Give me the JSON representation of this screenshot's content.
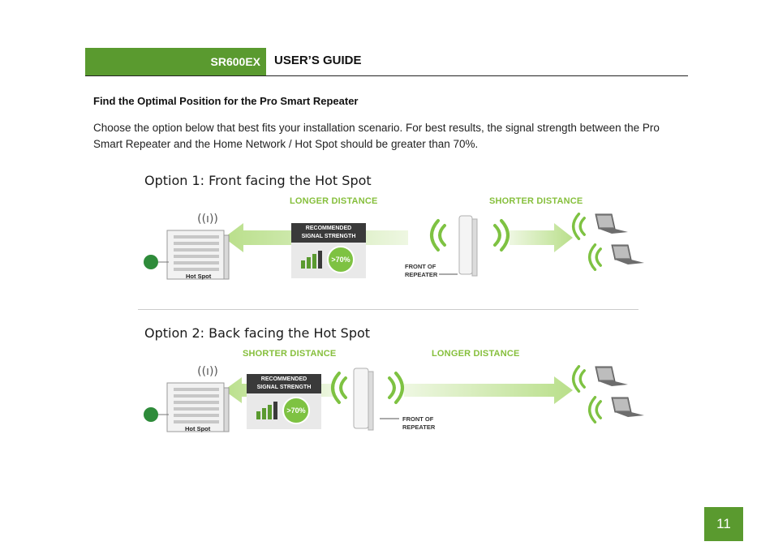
{
  "header": {
    "product": "SR600EX",
    "guide_title": "USER’S GUIDE"
  },
  "section_heading": "Find the Optimal Position for the Pro Smart Repeater",
  "intro_text": "Choose the option below that best fits your installation scenario. For best results, the signal strength between the Pro Smart Repeater and the Home Network / Hot Spot should be greater than 70%.",
  "diagram": {
    "option1": {
      "title": "Option 1: Front facing the Hot Spot",
      "left_distance": "LONGER DISTANCE",
      "right_distance": "SHORTER DISTANCE",
      "badge_line1": "RECOMMENDED",
      "badge_line2": "SIGNAL STRENGTH",
      "badge_value": ">70%",
      "front_label_1": "FRONT OF",
      "front_label_2": "REPEATER",
      "hotspot_label": "Hot Spot"
    },
    "option2": {
      "title": "Option 2: Back facing the Hot Spot",
      "left_distance": "SHORTER DISTANCE",
      "right_distance": "LONGER DISTANCE",
      "badge_line1": "RECOMMENDED",
      "badge_line2": "SIGNAL STRENGTH",
      "badge_value": ">70%",
      "front_label_1": "FRONT OF",
      "front_label_2": "REPEATER",
      "hotspot_label": "Hot Spot"
    },
    "colors": {
      "brand_green": "#5a9a2f",
      "signal_green": "#7ec242",
      "arrow_green": "#c9e6a3"
    }
  },
  "page_number": "11"
}
